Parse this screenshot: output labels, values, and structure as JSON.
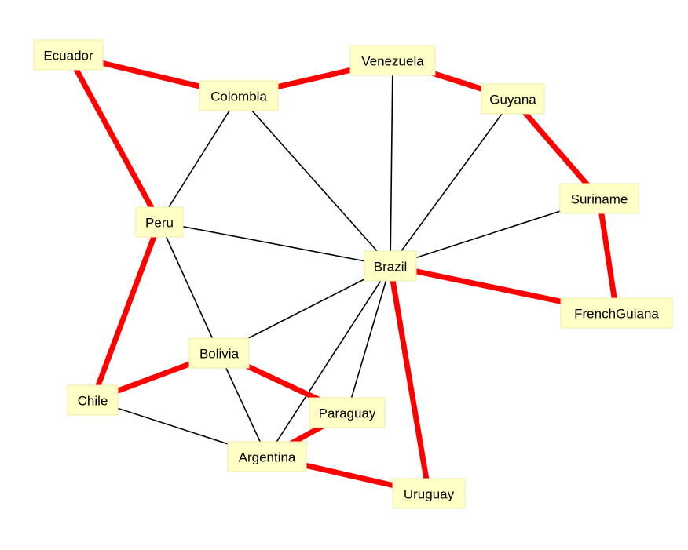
{
  "graph": {
    "colors": {
      "node_fill": "#ffffc6",
      "node_border": "#eeeeaa",
      "plain_edge": "#000000",
      "highlight_edge": "#ff0000",
      "label": "#000000"
    },
    "nodes": [
      {
        "id": "Ecuador",
        "label": "Ecuador"
      },
      {
        "id": "Colombia",
        "label": "Colombia"
      },
      {
        "id": "Venezuela",
        "label": "Venezuela"
      },
      {
        "id": "Guyana",
        "label": "Guyana"
      },
      {
        "id": "Suriname",
        "label": "Suriname"
      },
      {
        "id": "Peru",
        "label": "Peru"
      },
      {
        "id": "Brazil",
        "label": "Brazil"
      },
      {
        "id": "FrenchGuiana",
        "label": "FrenchGuiana"
      },
      {
        "id": "Bolivia",
        "label": "Bolivia"
      },
      {
        "id": "Chile",
        "label": "Chile"
      },
      {
        "id": "Paraguay",
        "label": "Paraguay"
      },
      {
        "id": "Argentina",
        "label": "Argentina"
      },
      {
        "id": "Uruguay",
        "label": "Uruguay"
      }
    ],
    "edges": [
      {
        "source": "Colombia",
        "target": "Peru",
        "highlight": false
      },
      {
        "source": "Colombia",
        "target": "Brazil",
        "highlight": false
      },
      {
        "source": "Venezuela",
        "target": "Brazil",
        "highlight": false
      },
      {
        "source": "Guyana",
        "target": "Brazil",
        "highlight": false
      },
      {
        "source": "Suriname",
        "target": "Brazil",
        "highlight": false
      },
      {
        "source": "Peru",
        "target": "Brazil",
        "highlight": false
      },
      {
        "source": "Peru",
        "target": "Bolivia",
        "highlight": false
      },
      {
        "source": "Brazil",
        "target": "Bolivia",
        "highlight": false
      },
      {
        "source": "Brazil",
        "target": "Paraguay",
        "highlight": false
      },
      {
        "source": "Brazil",
        "target": "Argentina",
        "highlight": false
      },
      {
        "source": "Bolivia",
        "target": "Argentina",
        "highlight": false
      },
      {
        "source": "Chile",
        "target": "Argentina",
        "highlight": false
      },
      {
        "source": "Ecuador",
        "target": "Colombia",
        "highlight": true
      },
      {
        "source": "Colombia",
        "target": "Venezuela",
        "highlight": true
      },
      {
        "source": "Venezuela",
        "target": "Guyana",
        "highlight": true
      },
      {
        "source": "Guyana",
        "target": "Suriname",
        "highlight": true
      },
      {
        "source": "Suriname",
        "target": "FrenchGuiana",
        "highlight": true
      },
      {
        "source": "FrenchGuiana",
        "target": "Brazil",
        "highlight": true
      },
      {
        "source": "Brazil",
        "target": "Uruguay",
        "highlight": true
      },
      {
        "source": "Uruguay",
        "target": "Argentina",
        "highlight": true
      },
      {
        "source": "Argentina",
        "target": "Paraguay",
        "highlight": true
      },
      {
        "source": "Paraguay",
        "target": "Bolivia",
        "highlight": true
      },
      {
        "source": "Bolivia",
        "target": "Chile",
        "highlight": true
      },
      {
        "source": "Chile",
        "target": "Peru",
        "highlight": true
      },
      {
        "source": "Peru",
        "target": "Ecuador",
        "highlight": true
      }
    ]
  }
}
